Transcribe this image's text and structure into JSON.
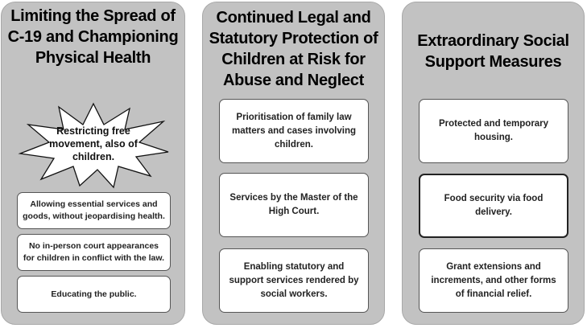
{
  "columns": [
    {
      "title": "Limiting the Spread of C-19 and Championing Physical Health",
      "starburst": "Restricting free movement, also of children.",
      "items": [
        "Allowing essential services and goods, without jeopardising health.",
        "No in-person court appearances for children in conflict with the law.",
        "Educating the public."
      ]
    },
    {
      "title": "Continued Legal and Statutory Protection of Children at Risk for Abuse and Neglect",
      "items": [
        "Prioritisation of family law matters and cases involving children.",
        "Services by the Master of the High Court.",
        "Enabling statutory and support services rendered by social workers."
      ]
    },
    {
      "title": "Extraordinary Social Support Measures",
      "items": [
        "Protected and temporary housing.",
        "Food security via food delivery.",
        "Grant extensions and increments, and other forms of financial relief."
      ]
    }
  ]
}
